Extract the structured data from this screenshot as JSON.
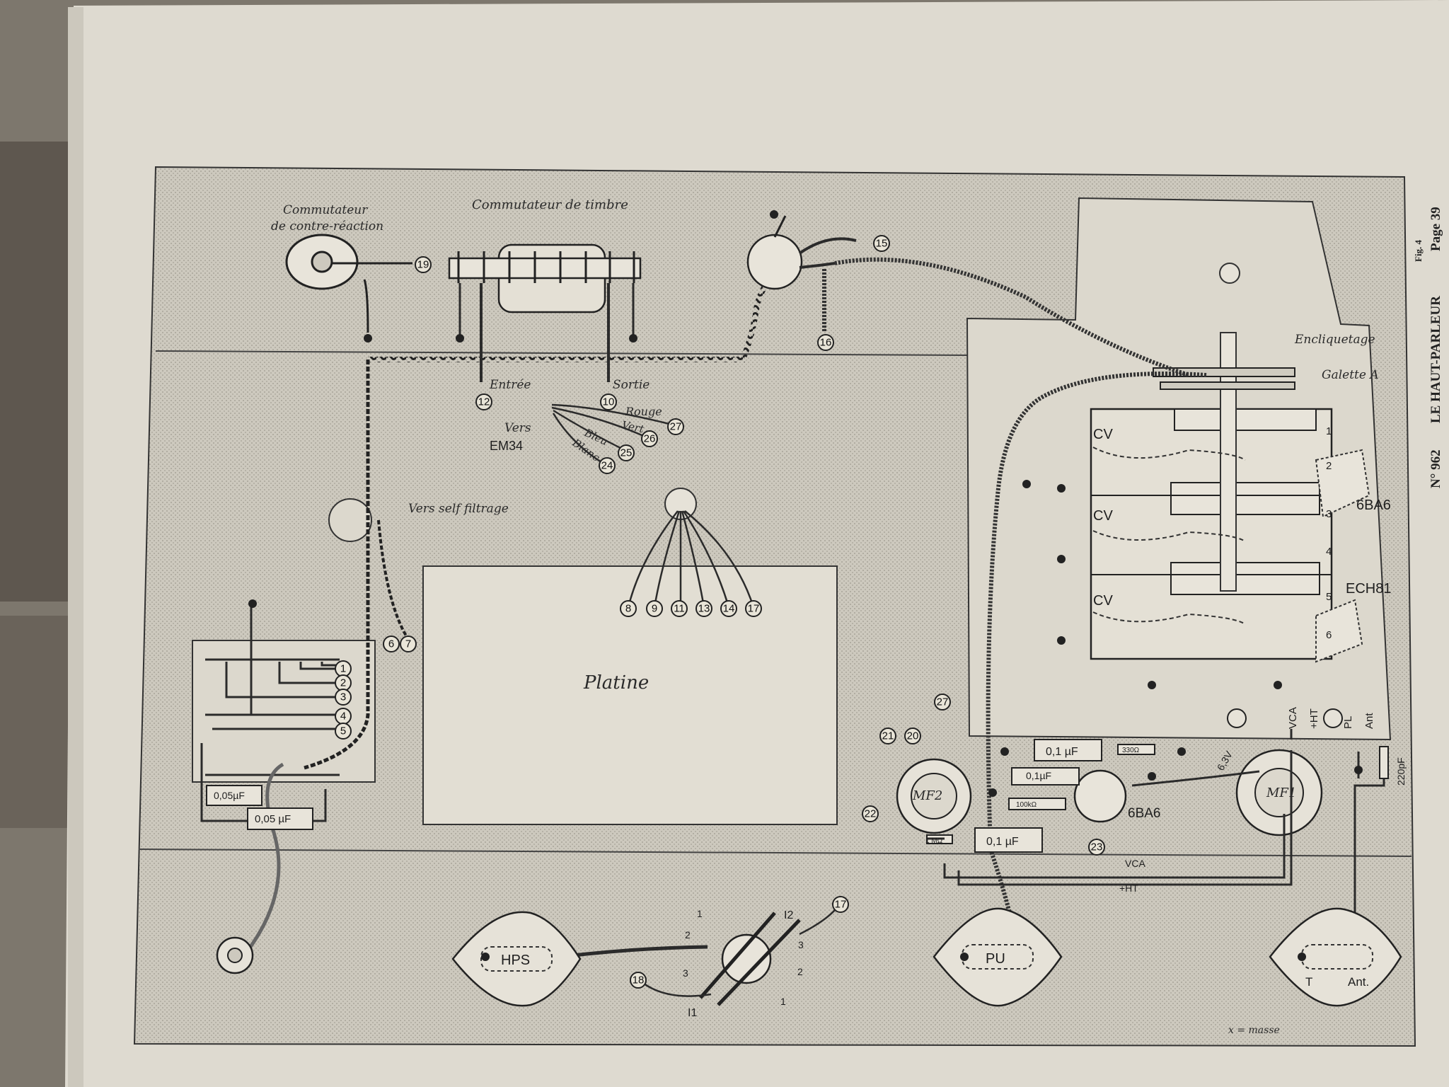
{
  "header": {
    "fig": "Fig. 4",
    "publication": "LE HAUT-PARLEUR",
    "issue": "N° 962",
    "page": "Page 39"
  },
  "labels": {
    "commutateur_contre_reaction_1": "Commutateur",
    "commutateur_contre_reaction_2": "de contre-réaction",
    "commutateur_timbre": "Commutateur de timbre",
    "entree": "Entrée",
    "sortie": "Sortie",
    "vers_em34_1": "Vers",
    "vers_em34_2": "EM34",
    "rouge": "Rouge",
    "vert": "Vert",
    "bleu": "Bleu",
    "blanc": "Blanc",
    "vers_self": "Vers self filtrage",
    "platine": "Platine",
    "encliquetage": "Encliquetage",
    "galette": "Galette A",
    "cv1": "CV",
    "cv2": "CV",
    "cv3": "CV",
    "tube_6ba6_right": "6BA6",
    "tube_ech81": "ECH81",
    "tube_6ba6_bottom": "6BA6",
    "mf2": "MF2",
    "mf1": "MF1",
    "vca": "VCA",
    "ht": "+HT",
    "pl": "PL",
    "ant": "Ant",
    "v63": "6,3V",
    "vca_bus": "VCA",
    "ht_bus": "+HT",
    "cap_220pf": "220pF",
    "cap_01_a": "0,1 µF",
    "cap_01_b": "0,1 µF",
    "cap_01_c": "0,1µF",
    "res_330": "330Ω",
    "res_100k": "100kΩ",
    "res_1m": "1 MΩ",
    "cap_005_a": "0,05µF",
    "cap_005_b": "0,05 µF",
    "hps": "HPS",
    "pu": "PU",
    "socket_t": "T",
    "socket_ant": "Ant.",
    "i1": "I1",
    "i2": "I2",
    "legend_masse": "x = masse"
  },
  "connection_numbers": [
    "19",
    "15",
    "16",
    "12",
    "10",
    "27",
    "26",
    "25",
    "24",
    "8",
    "9",
    "11",
    "13",
    "14",
    "17",
    "6",
    "7",
    "1",
    "2",
    "3",
    "4",
    "5",
    "21",
    "20",
    "27",
    "22",
    "23",
    "17",
    "18"
  ],
  "range_switch_positions": [
    "1",
    "2",
    "3",
    "4",
    "5",
    "6"
  ],
  "selector_positions": [
    "1",
    "2",
    "3",
    "1",
    "2",
    "3"
  ],
  "colors": {
    "paper": "#dedad0",
    "board": "#cfcbc0",
    "ink": "#2b2b2b"
  }
}
